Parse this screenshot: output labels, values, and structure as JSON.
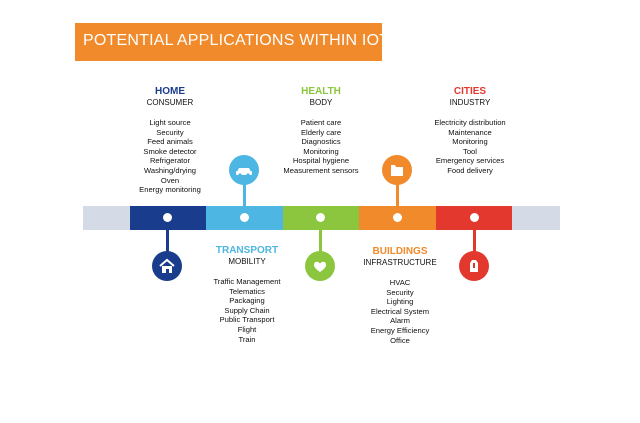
{
  "banner": {
    "title": "POTENTIAL  APPLICATIONS WITHIN IOT"
  },
  "colors": {
    "banner": "#f08a2b",
    "track": "#d5dbe6",
    "home": "#1a3c8c",
    "transport": "#4db6e2",
    "health": "#8cc63f",
    "buildings": "#f08a2b",
    "cities": "#e2382e"
  },
  "categories": [
    {
      "key": "home",
      "title": "HOME",
      "subtitle": "CONSUMER",
      "icon": "house-icon",
      "items": [
        "Light source",
        "Security",
        "Feed animals",
        "Smoke detector",
        "Refrigerator",
        "Washing/drying",
        "Oven",
        "Energy monitoring"
      ]
    },
    {
      "key": "transport",
      "title": "TRANSPORT",
      "subtitle": "MOBILITY",
      "icon": "car-icon",
      "items": [
        "Traffic Management",
        "Telematics",
        "Packaging",
        "Supply Chain",
        "Public Transport",
        "Flight",
        "Train"
      ]
    },
    {
      "key": "health",
      "title": "HEALTH",
      "subtitle": "BODY",
      "icon": "heart-icon",
      "items": [
        "Patient care",
        "Elderly care",
        "Diagnostics",
        "Monitoring",
        "Hospital hygiene",
        "Measurement sensors"
      ]
    },
    {
      "key": "buildings",
      "title": "BUILDINGS",
      "subtitle": "INFRASTRUCTURE",
      "icon": "folder-icon",
      "items": [
        "HVAC",
        "Security",
        "Lighting",
        "Electrical System",
        "Alarm",
        "Energy Efficiency",
        "Office"
      ]
    },
    {
      "key": "cities",
      "title": "CITIES",
      "subtitle": "INDUSTRY",
      "icon": "map-pin-icon",
      "items": [
        "Electricity distribution",
        "Maintenance",
        "Monitoring",
        "Tool",
        "Emergency services",
        "Food delivery"
      ]
    }
  ]
}
